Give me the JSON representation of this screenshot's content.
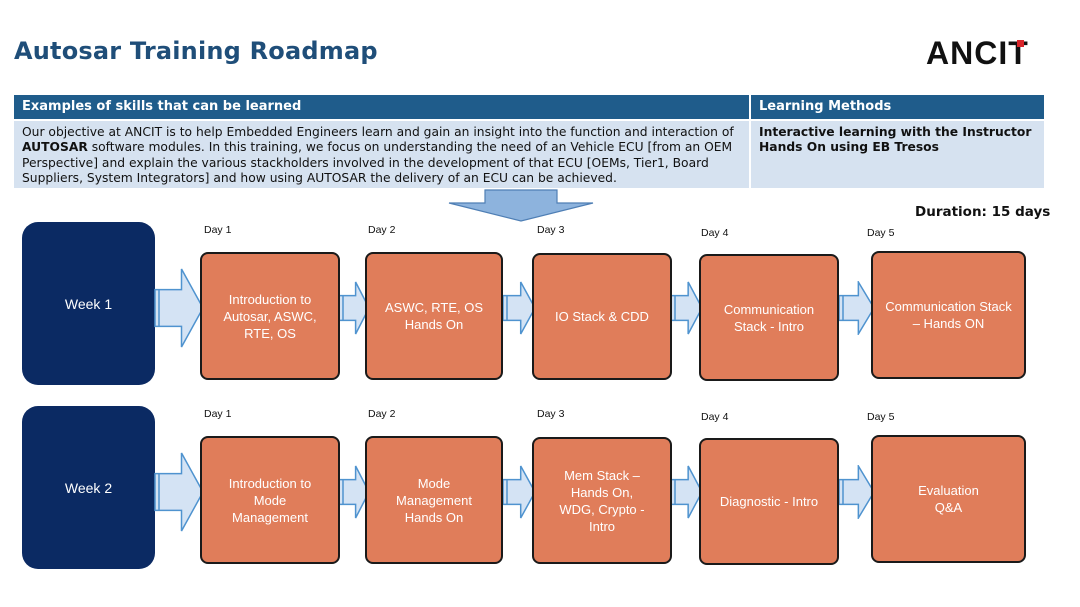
{
  "header": {
    "title": "Autosar Training Roadmap",
    "logo_text": "ANCIT"
  },
  "table": {
    "left_header": "Examples of skills that can be learned",
    "right_header": "Learning Methods",
    "objective_before": "Our objective at ANCIT is to help Embedded Engineers learn and gain an insight into the function and interaction of ",
    "objective_bold": "AUTOSAR",
    "objective_after": " software modules. In this training, we focus on understanding the need of an Vehicle ECU [from an OEM Perspective] and explain the various stackholders involved in the development of that ECU [OEMs, Tier1, Board Suppliers, System Integrators] and how using AUTOSAR the delivery of an ECU can be achieved.",
    "methods_line1": "Interactive learning with the Instructor",
    "methods_line2": "Hands On using EB Tresos"
  },
  "duration": "Duration: 15 days",
  "colors": {
    "title": "#1f4e79",
    "header_bar": "#1f5c8b",
    "table_body": "#d6e2f0",
    "week_box": "#0b2a63",
    "day_box": "#e07d5a",
    "arrow_fill": "#d4e3f4",
    "arrow_stroke": "#4f93cf"
  },
  "weeks": [
    {
      "label": "Week 1",
      "days": [
        {
          "day": "Day 1",
          "lines": [
            "Introduction to",
            "Autosar, ASWC,",
            "RTE, OS"
          ]
        },
        {
          "day": "Day 2",
          "lines": [
            "ASWC, RTE, OS",
            "Hands On"
          ]
        },
        {
          "day": "Day 3",
          "lines": [
            "IO Stack & CDD"
          ]
        },
        {
          "day": "Day 4",
          "lines": [
            "Communication",
            "Stack - Intro"
          ]
        },
        {
          "day": "Day 5",
          "lines": [
            "Communication Stack",
            "– Hands ON"
          ]
        }
      ]
    },
    {
      "label": "Week 2",
      "days": [
        {
          "day": "Day 1",
          "lines": [
            "Introduction to",
            "Mode",
            "Management"
          ]
        },
        {
          "day": "Day 2",
          "lines": [
            "Mode",
            "Management",
            "Hands On"
          ]
        },
        {
          "day": "Day 3",
          "lines": [
            "Mem Stack –",
            "Hands On,",
            "WDG, Crypto -",
            "Intro"
          ]
        },
        {
          "day": "Day 4",
          "lines": [
            "Diagnostic - Intro"
          ]
        },
        {
          "day": "Day 5",
          "lines": [
            "Evaluation",
            "Q&A"
          ]
        }
      ]
    }
  ]
}
